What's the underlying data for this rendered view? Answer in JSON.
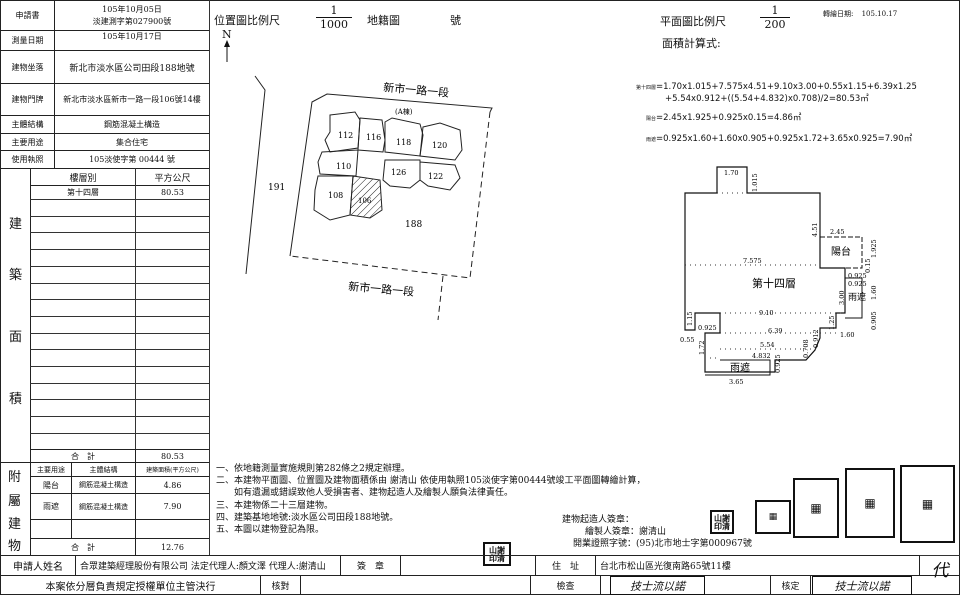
{
  "info": {
    "rows": [
      {
        "label": "申請書",
        "value": "105年10月05日",
        "value2": "淡建測字第027900號"
      },
      {
        "label": "測量日期",
        "value": "105年10月17日"
      },
      {
        "label": "建物坐落",
        "value": "新北市淡水區公司田段188地號"
      },
      {
        "label": "建物門牌",
        "value": "新北市淡水區新市一路一段106號14樓"
      },
      {
        "label": "主體結構",
        "value": "鋼筋混凝土構造"
      },
      {
        "label": "主要用途",
        "value": "集合住宅"
      },
      {
        "label": "使用執照",
        "value": "105淡使字第 00444 號"
      }
    ]
  },
  "floor_table": {
    "side_label": [
      "建",
      "築",
      "面",
      "積"
    ],
    "header_floor": "樓層別",
    "header_area": "平方公尺",
    "rows": [
      {
        "floor": "第十四層",
        "area": "80.53"
      }
    ],
    "total_label": "合　計",
    "total": "80.53"
  },
  "annex": {
    "side_label": [
      "附",
      "屬",
      "建",
      "物"
    ],
    "headers": [
      "主要用途",
      "主體結構",
      "建築面積(平方公尺)"
    ],
    "rows": [
      {
        "use": "陽台",
        "structure": "鋼筋混凝土構造",
        "area": "4.86"
      },
      {
        "use": "雨遮",
        "structure": "鋼筋混凝土構造",
        "area": "7.90"
      }
    ],
    "total_label": "合　計",
    "total": "12.76"
  },
  "site_map": {
    "scale_label": "位置圖比例尺",
    "scale_num": "1",
    "scale_den": "1000",
    "cadastral": "地籍圖",
    "number_label": "號",
    "north": "N",
    "road_top": "新市一路一段",
    "road_bottom": "新市一路一段",
    "building": "(A棟)",
    "units": [
      "112",
      "116",
      "118",
      "120",
      "110",
      "126",
      "122",
      "108",
      "106"
    ],
    "lot_main": "188",
    "lot_west": "191"
  },
  "floor_plan": {
    "scale_label": "平面圖比例尺",
    "scale_num": "1",
    "scale_den": "200",
    "calc_label": "面積計算式:",
    "transfer_label": "轉繪日期:",
    "transfer_date": "105.10.17",
    "formulas": [
      {
        "name": "第十四層",
        "expr": "=1.70x1.015+7.575x4.51+9.10x3.00+0.55x1.15+6.39x1.25",
        "expr2": "+5.54x0.912+((5.54+4.832)x0.708)/2=80.53㎡"
      },
      {
        "name": "陽台",
        "expr": "=2.45x1.925+0.925x0.15=4.86㎡"
      },
      {
        "name": "雨遮",
        "expr": "=0.925x1.60+1.60x0.905+0.925x1.72+3.65x0.925=7.90㎡"
      }
    ],
    "floor_name": "第十四層",
    "balcony": "陽台",
    "canopy": "雨遮",
    "canopy_right": "雨遮",
    "dims": [
      "1.70",
      "1.015",
      "4.51",
      "2.45",
      "1.925",
      "0.15",
      "7.575",
      "0.925",
      "0.925",
      "3.00",
      "1.60",
      "0.905",
      "9.10",
      "1.25",
      "1.60",
      "1.15",
      "0.925",
      "6.39",
      "0.912",
      "0.55",
      "1.72",
      "5.54",
      "0.708",
      "4.832",
      "0.925",
      "3.65"
    ]
  },
  "notes": [
    "一、依地籍測量實施規則第282條之2規定辦理。",
    "二、本建物平面圖、位置圖及建物面積係由 謝清山 依使用執照105淡使字第00444號竣工平面圖轉繪計算，",
    "　　如有遺漏或錯誤致他人受損害者、建物起造人及繪製人願負法律責任。",
    "三、本建物係二十三層建物。",
    "四、建築基地地號:淡水區公司田段188地號。",
    "五、本圖以建物登記為限。"
  ],
  "signatures": {
    "builder_label": "建物起造人簽章：",
    "drafter_label": "繪製人簽章：",
    "drafter": "謝清山",
    "license_label": "開業證照字號：",
    "license": "(95)北市地士字第000967號",
    "seal_text": "山謝印清"
  },
  "footer": {
    "applicant_label": "申請人姓名",
    "applicant": "合眾建築經理股份有限公司 法定代理人:顏文澤 代理人:謝清山",
    "sign_label": "簽　章",
    "address_label": "住　址",
    "address": "台北市松山區光復南路65號11樓",
    "note": "本案依分層負責規定授權單位主管決行",
    "check_label": "核對",
    "inspect_label": "檢查",
    "inspector": "技士流以諾",
    "approve_label": "核定",
    "approver": "技士流以諾",
    "agent_mark": "代"
  }
}
